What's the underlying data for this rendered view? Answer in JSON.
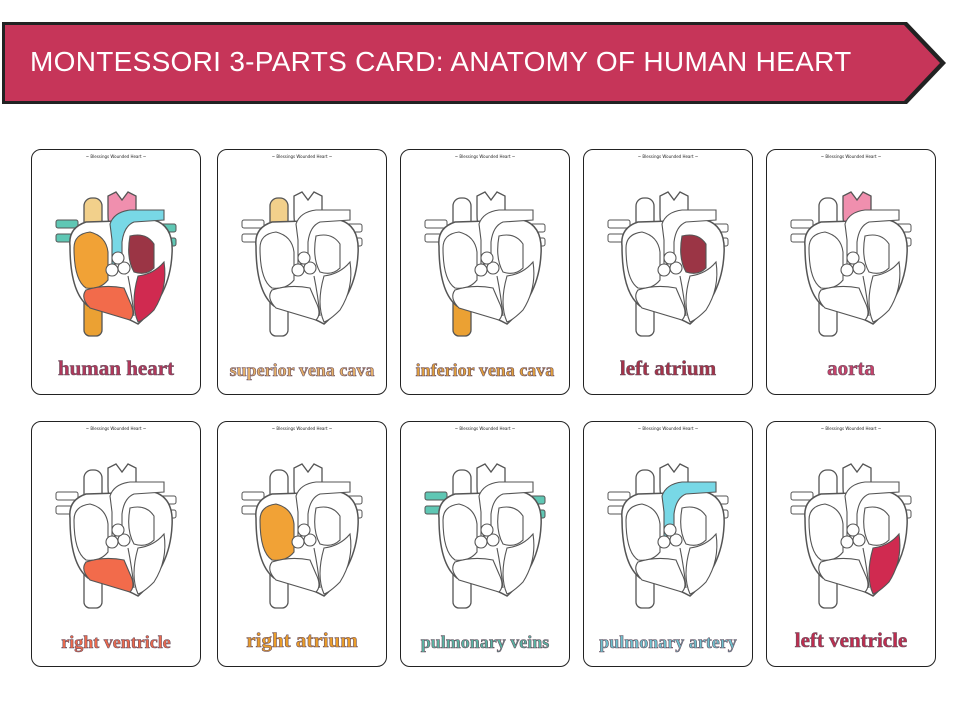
{
  "banner": {
    "title": "MONTESSORI 3-PARTS CARD: ANATOMY OF HUMAN HEART",
    "color": "#C63559"
  },
  "credit_text": "~ Blessings Wounded Heart ~",
  "cards": [
    {
      "label": "human heart",
      "label_color": "#B0385B"
    },
    {
      "label": "superior vena cava",
      "label_color": "#E7B26A"
    },
    {
      "label": "inferior vena cava",
      "label_color": "#E3A13C"
    },
    {
      "label": "left atrium",
      "label_color": "#A53349"
    },
    {
      "label": "aorta",
      "label_color": "#C7426B"
    },
    {
      "label": "right ventricle",
      "label_color": "#EE6A4C"
    },
    {
      "label": "right atrium",
      "label_color": "#EB9E2A"
    },
    {
      "label": "pulmonary veins",
      "label_color": "#5AB5A4"
    },
    {
      "label": "pulmonary artery",
      "label_color": "#6FC1CE"
    },
    {
      "label": "left ventricle",
      "label_color": "#BF2D4F"
    }
  ],
  "colors": {
    "aorta": "#F08FAE",
    "vena_cava_superior": "#F2D08B",
    "vena_cava_inferior": "#EBA133",
    "pulmonary_artery": "#78D8E6",
    "pulmonary_veins": "#5FC7B4",
    "left_atrium": "#9B3545",
    "left_ventricle": "#D02A50",
    "right_atrium": "#F1A236",
    "right_ventricle": "#F26B4B",
    "outline": "#555555"
  }
}
